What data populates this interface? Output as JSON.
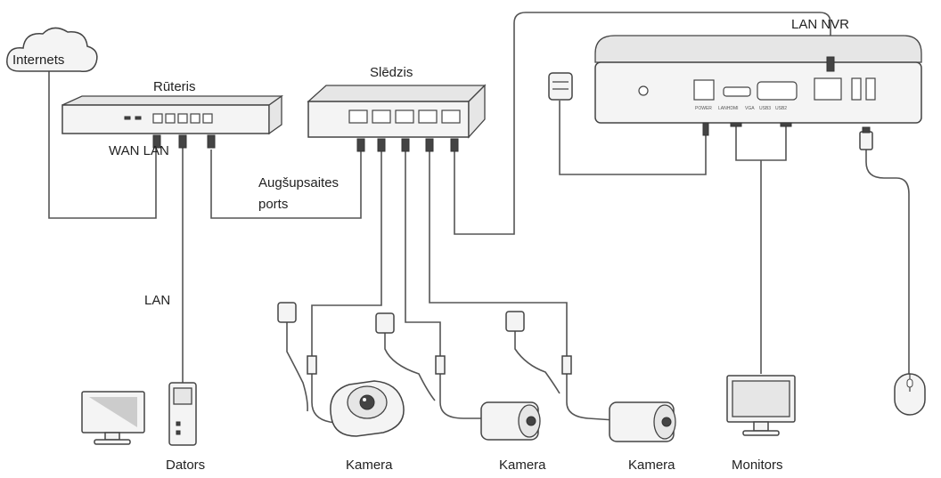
{
  "labels": {
    "internet": "Internets",
    "router": "Rūteris",
    "wan_lan": "WAN LAN",
    "switch": "Slēdzis",
    "uplink": "Augšupsaites",
    "uplink2": "ports",
    "lan_nvr": "LAN NVR",
    "lan": "LAN",
    "computer": "Dators",
    "camera1": "Kamera",
    "camera2": "Kamera",
    "camera3": "Kamera",
    "monitor": "Monitors"
  },
  "nvr_ports": {
    "power": "POWER",
    "hdmi": "LANHDMI",
    "vga": "VGA",
    "usb1": "USB3",
    "usb2": "USB2"
  }
}
